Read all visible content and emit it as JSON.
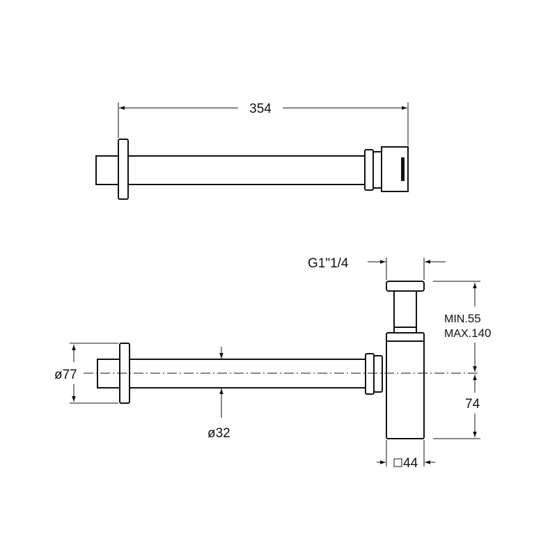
{
  "top_view": {
    "overall_length": "354"
  },
  "side_view": {
    "thread_size": "G1\"1/4",
    "height_min_label": "MIN.",
    "height_min_value": "55",
    "height_max_label": "MAX.",
    "height_max_value": "140",
    "flange_diameter": "ø77",
    "pipe_diameter": "ø32",
    "trap_drop": "74",
    "body_square": "44"
  }
}
